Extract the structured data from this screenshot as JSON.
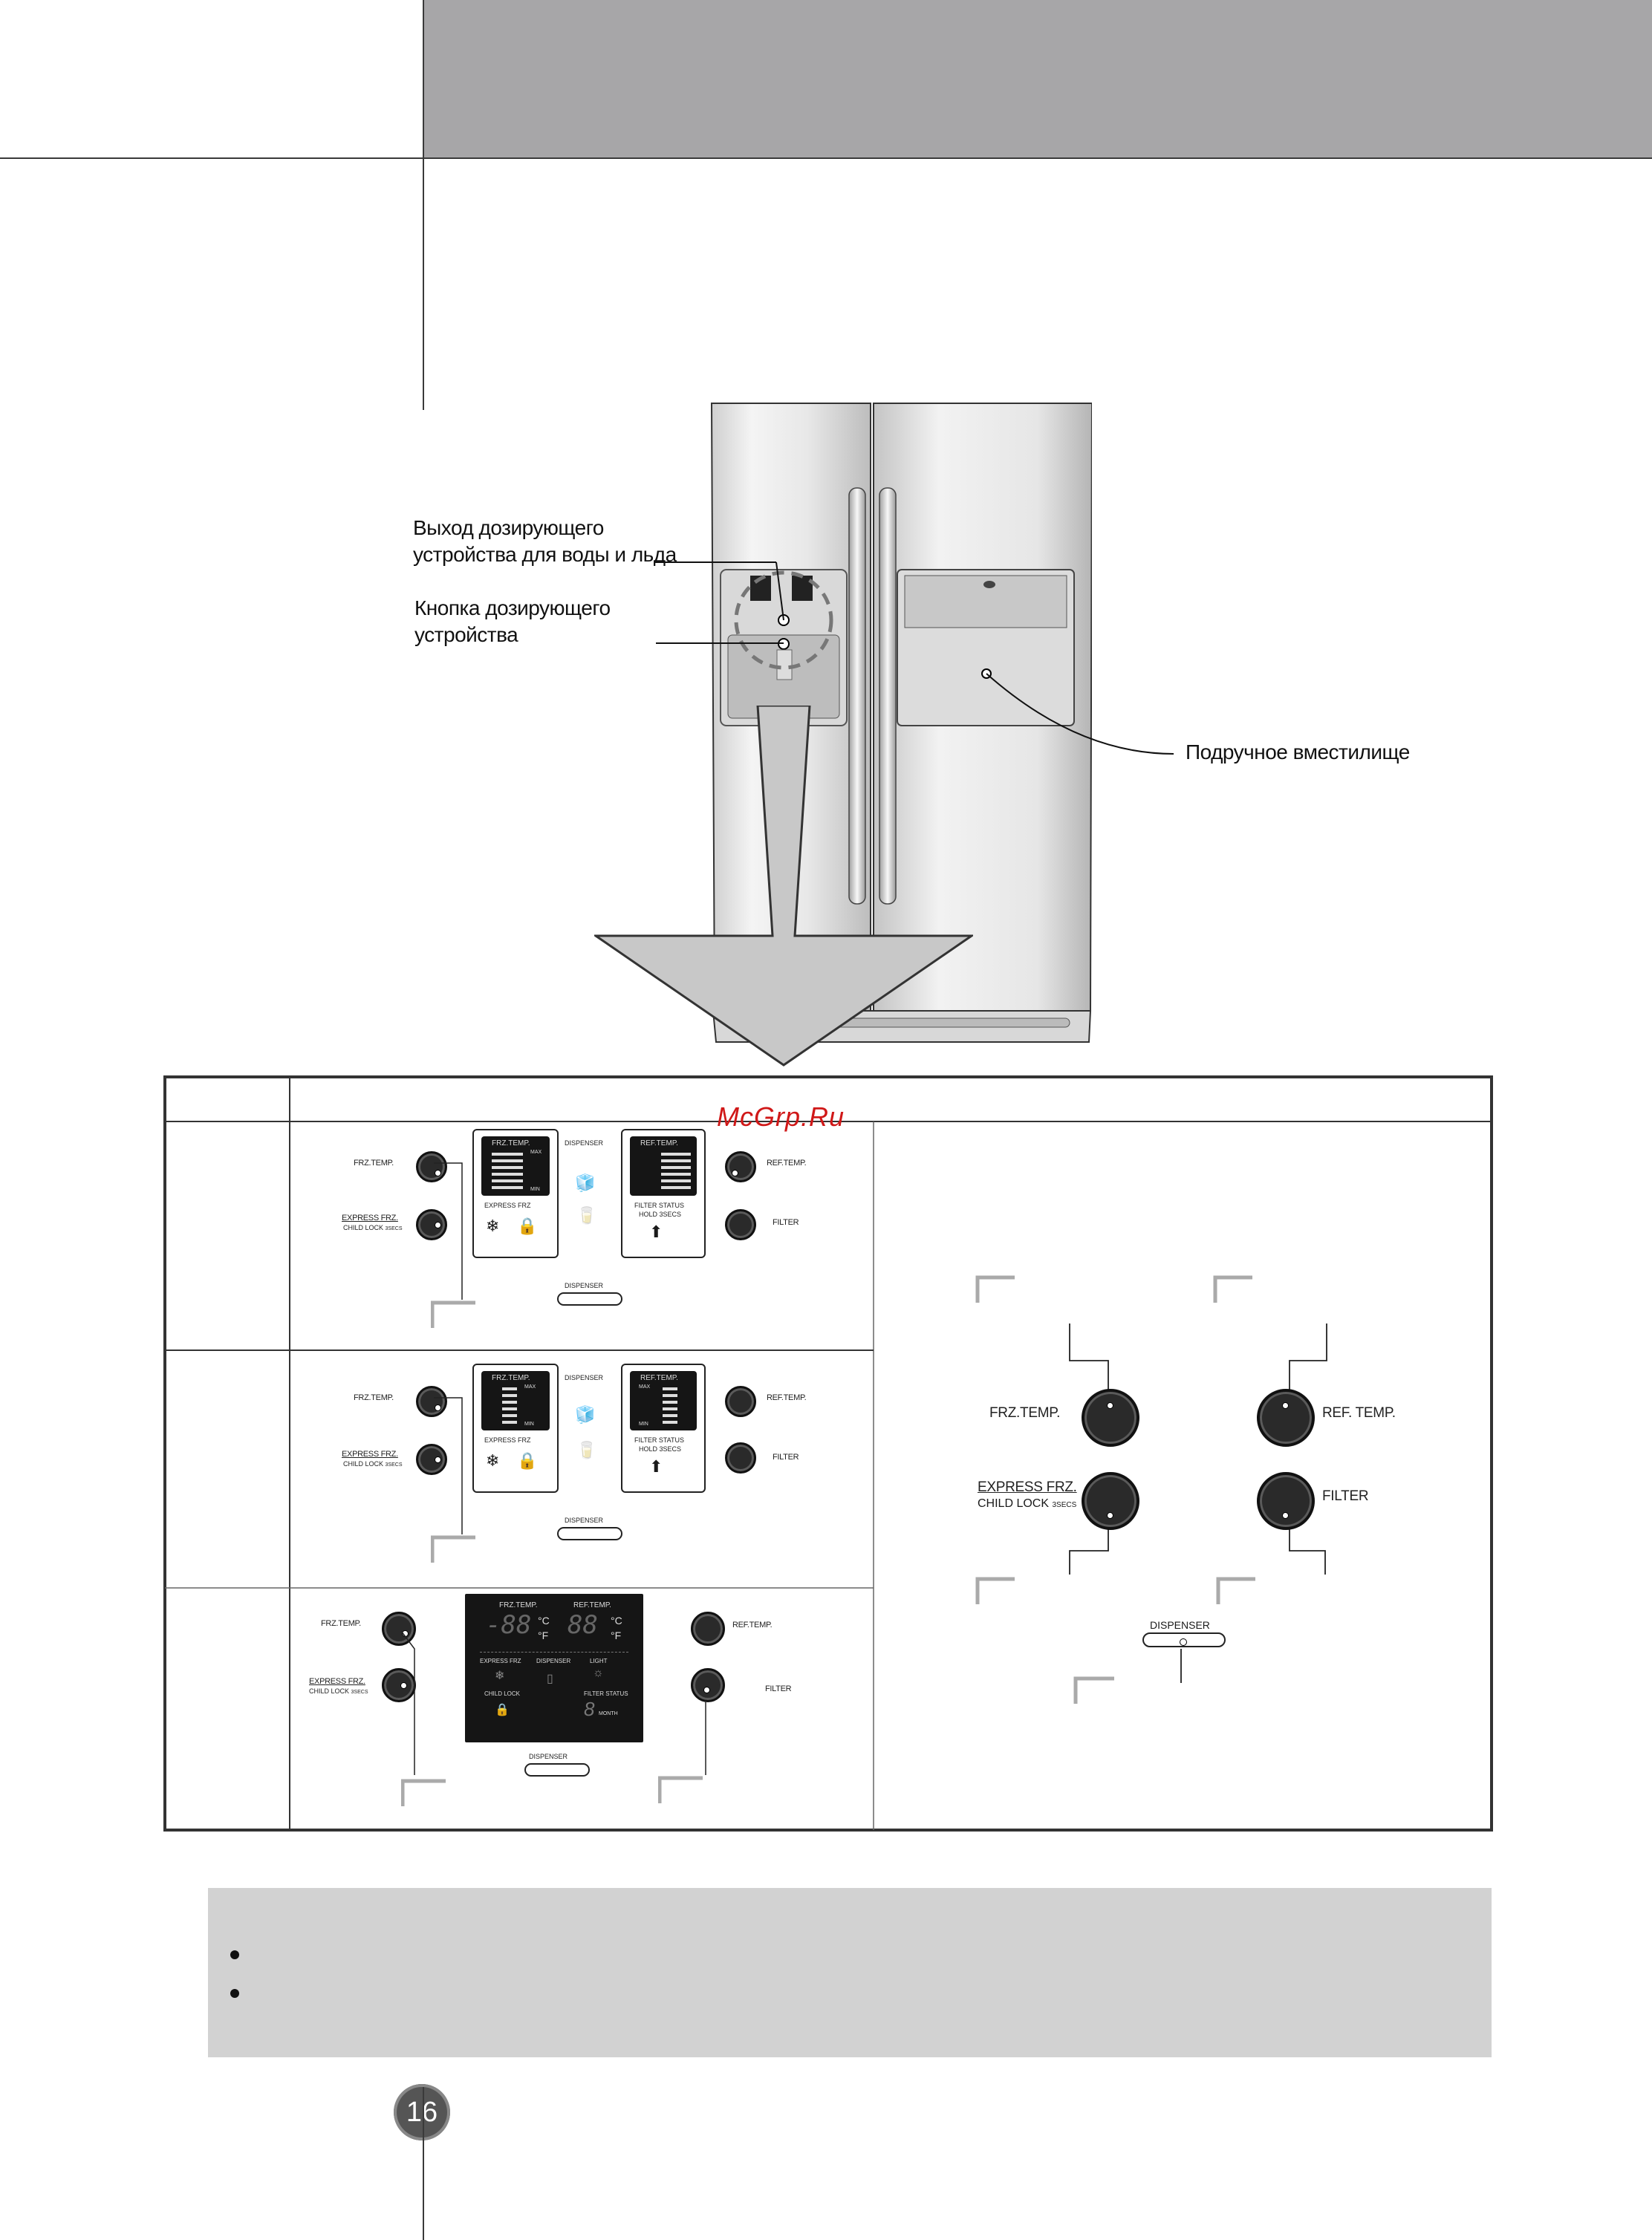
{
  "callouts": {
    "outlet_line1": "Выход дозирующего",
    "outlet_line2": "устройства для воды и льда",
    "button_line1": "Кнопка дозирующего",
    "button_line2": "устройства",
    "storage": "Подручное вместилище"
  },
  "watermark": "McGrp.Ru",
  "panels": {
    "frz_temp": "FRZ.TEMP.",
    "ref_temp": "REF.TEMP.",
    "express_frz": "EXPRESS FRZ.",
    "child_lock": "CHILD LOCK",
    "child_lock_secs": "3SECS",
    "filter": "FILTER",
    "dispenser": "DISPENSER",
    "lcd_frz_temp": "FRZ.TEMP.",
    "lcd_ref_temp": "REF.TEMP.",
    "lcd_max": "MAX",
    "lcd_min": "MIN",
    "lcd_express_frz": "EXPRESS FRZ",
    "lcd_filter_status": "FILTER STATUS",
    "lcd_hold": "HOLD 3SECS",
    "lcd_light": "LIGHT",
    "lcd_child_lock": "CHILD LOCK",
    "lcd_digits": "-88",
    "lcd_digits2": "88",
    "lcd_c": "°C",
    "lcd_f": "°F",
    "lcd_month": "MONTH",
    "lcd_digit_small": "8"
  },
  "large_controls": {
    "frz_temp": "FRZ.TEMP.",
    "ref_temp": "REF. TEMP.",
    "express_frz": "EXPRESS FRZ.",
    "child_lock": "CHILD LOCK",
    "child_lock_secs": "3SECS",
    "filter": "FILTER",
    "dispenser": "DISPENSER"
  },
  "page_number": "16"
}
